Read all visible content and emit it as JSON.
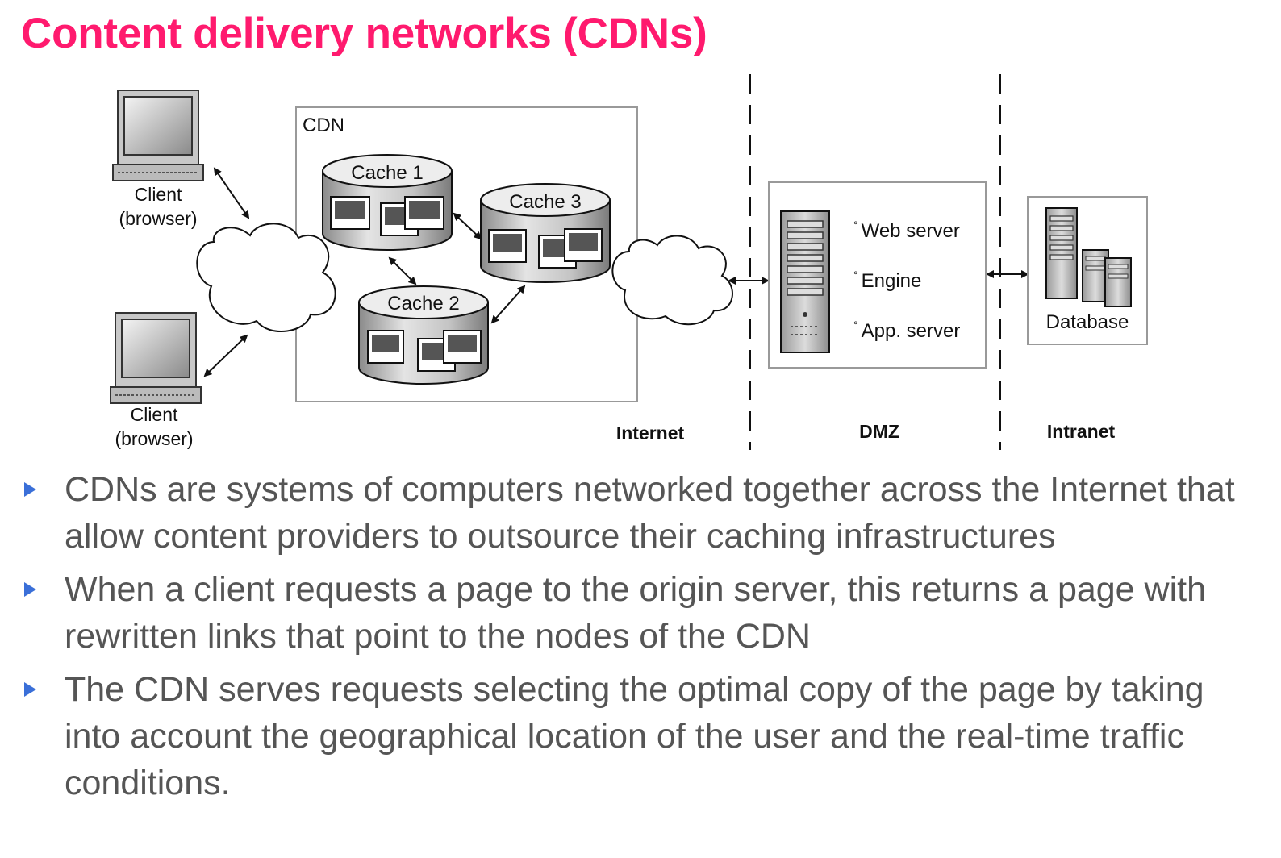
{
  "slide": {
    "title": "Content delivery networks (CDNs)"
  },
  "diagram": {
    "cdn_label": "CDN",
    "clients": [
      {
        "line1": "Client",
        "line2": "(browser)"
      },
      {
        "line1": "Client",
        "line2": "(browser)"
      }
    ],
    "caches": [
      "Cache 1",
      "Cache 2",
      "Cache 3"
    ],
    "dmz_items": [
      "Web server",
      "Engine",
      "App. server"
    ],
    "database_label": "Database",
    "zones": [
      "Internet",
      "DMZ",
      "Intranet"
    ]
  },
  "bullets": [
    "CDNs are systems of computers networked together across the Internet that allow content providers to outsource their caching infrastructures",
    "When a client requests a page to the origin server, this returns a page with rewritten links that point to the nodes of the CDN",
    "The CDN serves requests selecting the optimal copy of the page by taking into account the geographical location of the user and the real-time traffic conditions."
  ],
  "colors": {
    "title": "#ff1a6e",
    "bullet_marker": "#3a6fd8",
    "bullet_text": "#555555"
  }
}
